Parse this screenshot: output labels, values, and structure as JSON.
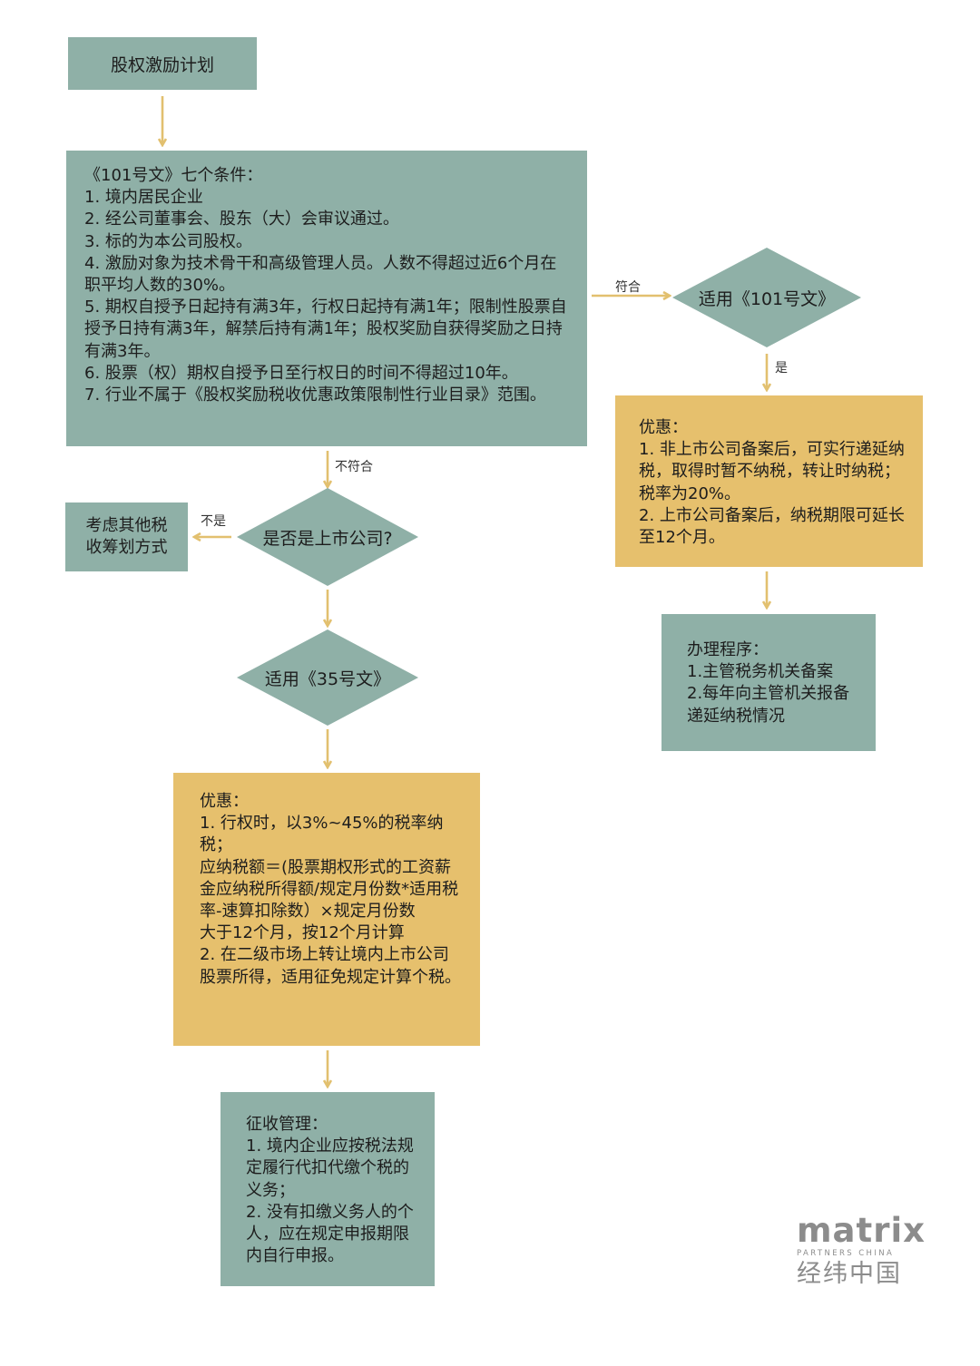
{
  "nodes": {
    "start": "股权激励计划",
    "conditions": "《101号文》七个条件：\n1. 境内居民企业\n2. 经公司董事会、股东（大）会审议通过。\n3. 标的为本公司股权。\n4. 激励对象为技术骨干和高级管理人员。人数不得超过近6个月在职平均人数的30%。\n5. 期权自授予日起持有满3年，行权日起持有满1年；限制性股票自授予日持有满3年，解禁后持有满1年；股权奖励自获得奖励之日持有满3年。\n6. 股票（权）期权自授予日至行权日的时间不得超过10年。\n7. 行业不属于《股权奖励税收优惠政策限制性行业目录》范围。",
    "apply_101": "适用《101号文》",
    "benefit_101": "优惠：\n1. 非上市公司备案后，可实行递延纳税，取得时暂不纳税，转让时纳税；税率为20%。\n2. 上市公司备案后，纳税期限可延长至12个月。",
    "procedure": "办理程序：\n1.主管税务机关备案\n2.每年向主管机关报备递延纳税情况",
    "is_listed": "是否是上市公司?",
    "other_plan": "考虑其他税收筹划方式",
    "apply_35": "适用《35号文》",
    "benefit_35": "优惠：\n1. 行权时，以3%~45%的税率纳税；\n应纳税额＝(股票期权形式的工资薪金应纳税所得额/规定月份数*适用税率-速算扣除数）×规定月份数\n      大于12个月，按12个月计算\n2. 在二级市场上转让境内上市公司股票所得，适用征免规定计算个税。",
    "collection": "征收管理：\n1. 境内企业应按税法规定履行代扣代缴个税的义务；\n2. 没有扣缴义务人的个人，应在规定申报期限内自行申报。"
  },
  "edges": {
    "conform": "符合",
    "not_conform": "不符合",
    "yes": "是",
    "no": "不是"
  },
  "logo": {
    "main": "matrix",
    "sub": "PARTNERS CHINA",
    "cn": "经纬中国"
  },
  "colors": {
    "box_teal": "#8fb0a7",
    "box_gold": "#e6c06d",
    "arrow": "#e2c06f"
  }
}
